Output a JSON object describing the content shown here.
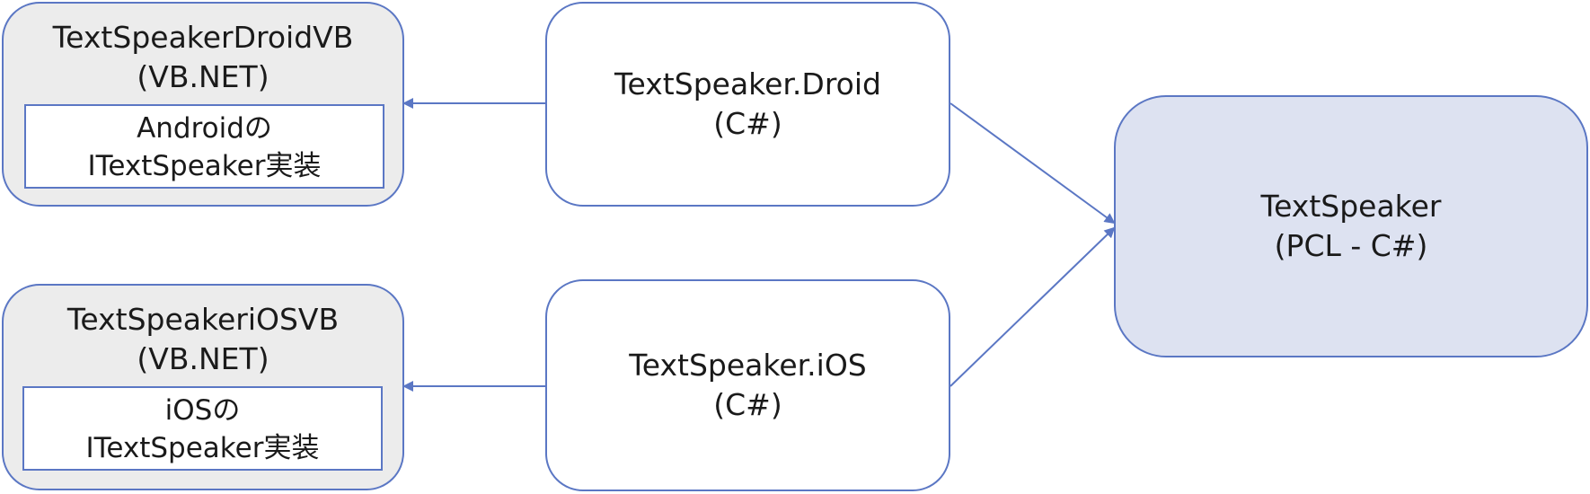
{
  "boxes": {
    "droid_vb": {
      "title": "TextSpeakerDroidVB",
      "subtitle": "(VB.NET)",
      "inner_line1": "Androidの",
      "inner_line2": "ITextSpeaker実装"
    },
    "ios_vb": {
      "title": "TextSpeakeriOSVB",
      "subtitle": "(VB.NET)",
      "inner_line1": "iOSの",
      "inner_line2": "ITextSpeaker実装"
    },
    "droid_cs": {
      "title": "TextSpeaker.Droid",
      "subtitle": "(C#)"
    },
    "ios_cs": {
      "title": "TextSpeaker.iOS",
      "subtitle": "(C#)"
    },
    "pcl": {
      "title": "TextSpeaker",
      "subtitle": "(PCL - C#)"
    }
  },
  "colors": {
    "border": "#5b77c4",
    "vb_fill": "#ececec",
    "pcl_fill": "#dde2f1",
    "arrow": "#5b77c4"
  }
}
